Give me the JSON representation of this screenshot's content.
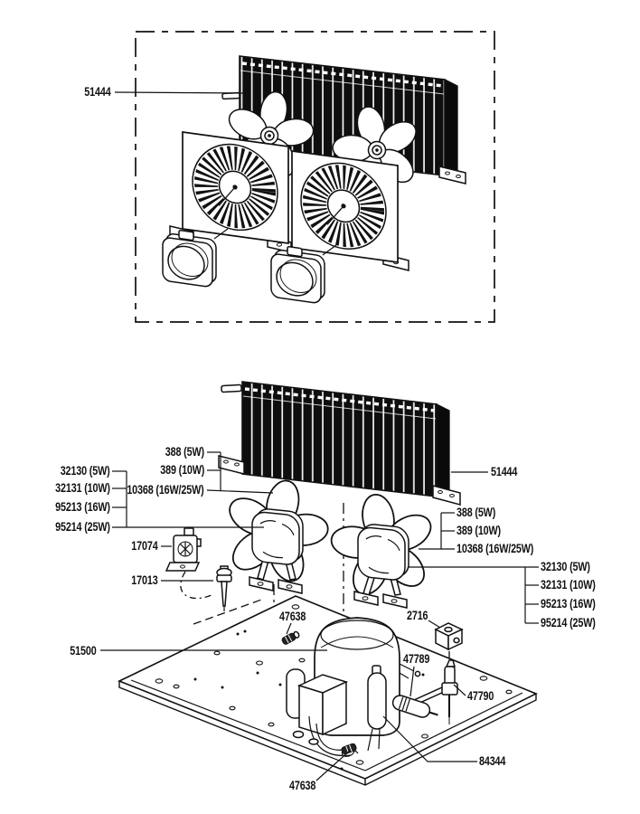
{
  "parts": {
    "condenser_coil_top": "51444",
    "condenser_coil_bottom": "51444",
    "fan_motor_options_left": [
      "32130 (5W)",
      "32131 (10W)",
      "95213 (16W)",
      "95214 (25W)"
    ],
    "fan_blade_options_left": [
      "388 (5W)",
      "389 (10W)",
      "10368 (16W/25W)"
    ],
    "fan_blade_options_right": [
      "388 (5W)",
      "389 (10W)",
      "10368 (16W/25W)"
    ],
    "fan_motor_options_right": [
      "32130 (5W)",
      "32131 (10W)",
      "95213 (16W)",
      "95214 (25W)"
    ],
    "starter_relay": "17074",
    "small_valve": "17013",
    "base_plate": "51500",
    "mounting_bolt_upper": "47638",
    "mounting_bolt_lower": "47638",
    "terminal_block": "2716",
    "filter_drier": "47789",
    "process_valve": "47790",
    "suction_tube": "84344"
  },
  "colors": {
    "line": "#111111",
    "coil_fill": "#0e0e0e",
    "background": "#ffffff"
  }
}
